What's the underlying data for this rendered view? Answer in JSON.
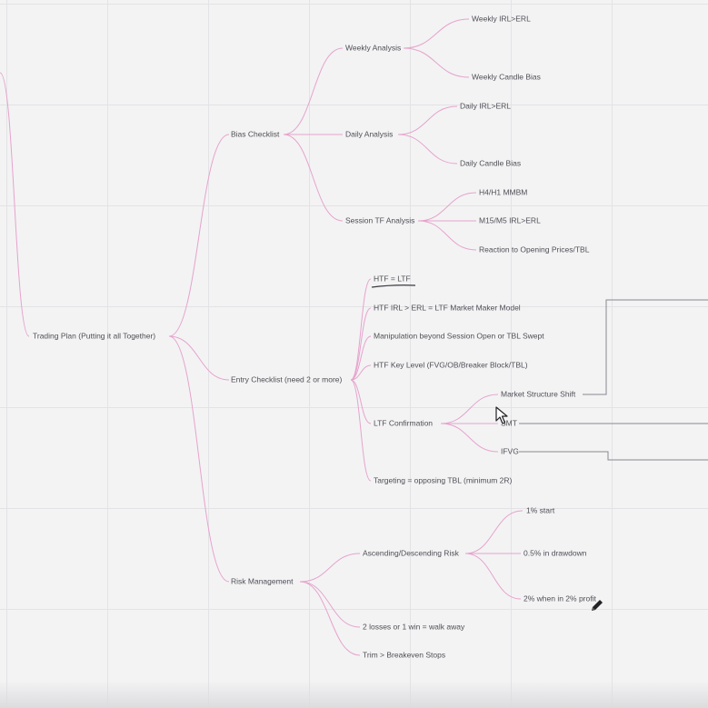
{
  "mindmap": {
    "root": "Trading Plan (Putting it all Together)",
    "bias_checklist": {
      "label": "Bias Checklist",
      "weekly": {
        "label": "Weekly Analysis",
        "items": [
          "Weekly IRL>ERL",
          "Weekly Candle Bias"
        ]
      },
      "daily": {
        "label": "Daily Analysis",
        "items": [
          "Daily IRL>ERL",
          "Daily Candle Bias"
        ]
      },
      "session": {
        "label": "Session TF Analysis",
        "items": [
          "H4/H1 MMBM",
          "M15/M5 IRL>ERL",
          "Reaction to Opening Prices/TBL"
        ]
      }
    },
    "entry_checklist": {
      "label": "Entry Checklist (need 2 or more)",
      "items": [
        "HTF = LTF",
        "HTF IRL > ERL = LTF Market Maker Model",
        "Manipulation beyond Session Open or TBL Swept",
        "HTF Key Level (FVG/OB/Breaker Block/TBL)",
        "LTF Confirmation",
        "Targeting = opposing TBL (minimum 2R)"
      ],
      "ltf_confirmation": [
        "Market Structure Shift",
        "SMT",
        "IFVG"
      ]
    },
    "risk_management": {
      "label": "Risk Management",
      "ascending": {
        "label": "Ascending/Descending Risk",
        "items": [
          "1% start",
          "0.5% in drawdown",
          "2% when in 2% profit"
        ]
      },
      "items": [
        "2 losses or 1 win = walk away",
        "Trim > Breakeven Stops"
      ]
    }
  },
  "colors": {
    "link": "#e6a3cc",
    "text": "#4f4f56",
    "box_line": "#8a8a90",
    "background": "#f3f3f4",
    "grid": "#e3e3e6"
  },
  "icons": {
    "cursor": "arrow-cursor-icon",
    "pen": "pencil-icon"
  }
}
